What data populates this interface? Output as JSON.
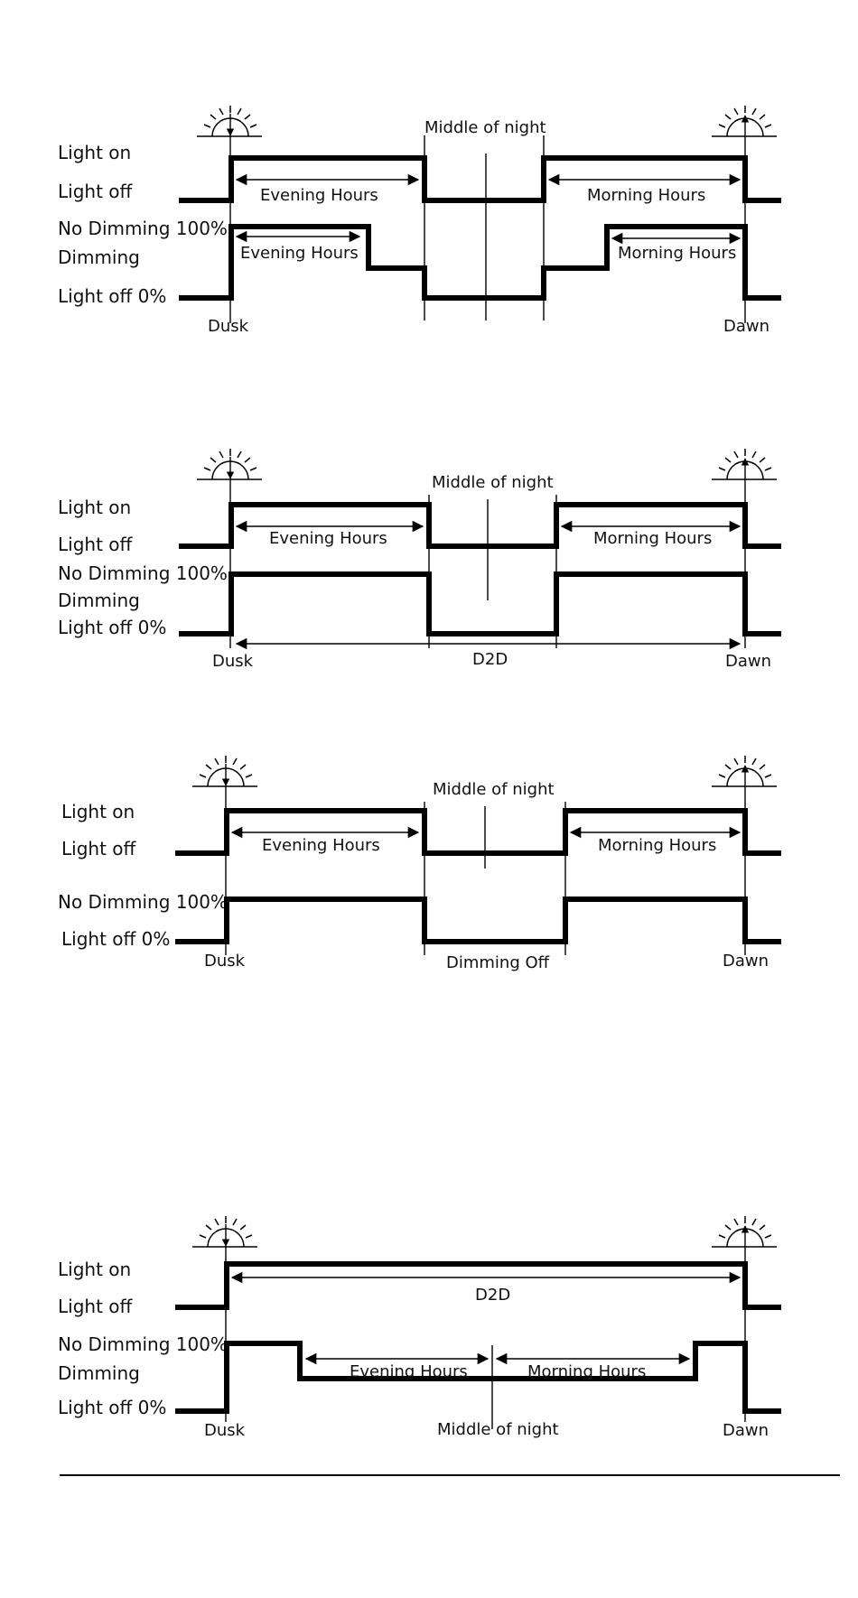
{
  "labels": {
    "light_on": "Light on",
    "light_off": "Light off",
    "no_dimming": "No Dimming 100%",
    "dimming": "Dimming",
    "light_off_0": "Light off 0%",
    "dusk": "Dusk",
    "dawn": "Dawn",
    "middle_of_night": "Middle of night",
    "evening_hours": "Evening Hours",
    "morning_hours": "Morning Hours",
    "d2d": "D2D",
    "dimming_off": "Dimming Off"
  },
  "diagrams": [
    {
      "id": "diagram-1",
      "mode": "partial-night with dimming"
    },
    {
      "id": "diagram-2",
      "mode": "partial-night, dimming follows light, D2D span"
    },
    {
      "id": "diagram-3",
      "mode": "partial-night, dimming off"
    },
    {
      "id": "diagram-4",
      "mode": "dusk to dawn with dimming"
    }
  ],
  "colors": {
    "line": "#000000",
    "background": "#ffffff"
  }
}
